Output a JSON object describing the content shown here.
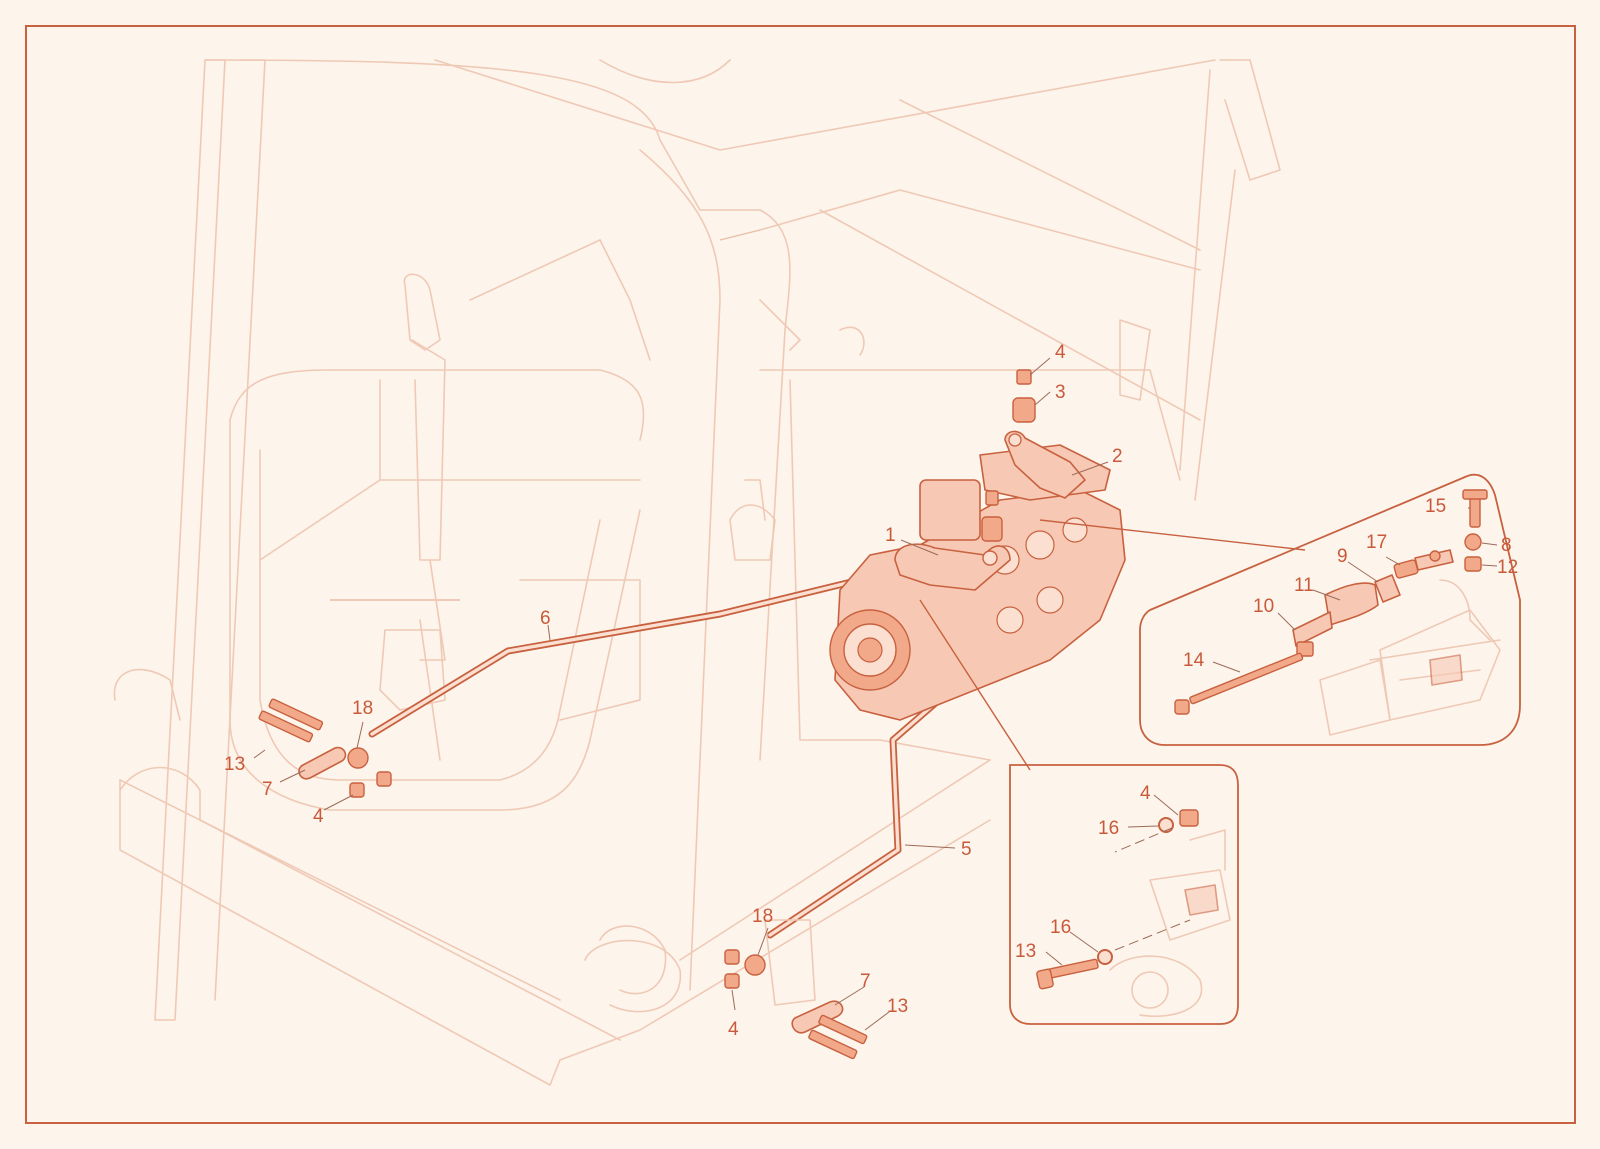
{
  "diagram": {
    "callouts": {
      "c1": "1",
      "c2": "2",
      "c3": "3",
      "c4a": "4",
      "c4b": "4",
      "c4c": "4",
      "c4d": "4",
      "c5": "5",
      "c6": "6",
      "c7a": "7",
      "c7b": "7",
      "c8": "8",
      "c9": "9",
      "c10": "10",
      "c11": "11",
      "c12": "12",
      "c13a": "13",
      "c13b": "13",
      "c13c": "13",
      "c14": "14",
      "c15": "15",
      "c16a": "16",
      "c16b": "16",
      "c17": "17",
      "c18a": "18",
      "c18b": "18"
    },
    "colors": {
      "accent": "#c8613f",
      "background": "#fdf4ec",
      "ghost": "#efc9b5"
    }
  }
}
